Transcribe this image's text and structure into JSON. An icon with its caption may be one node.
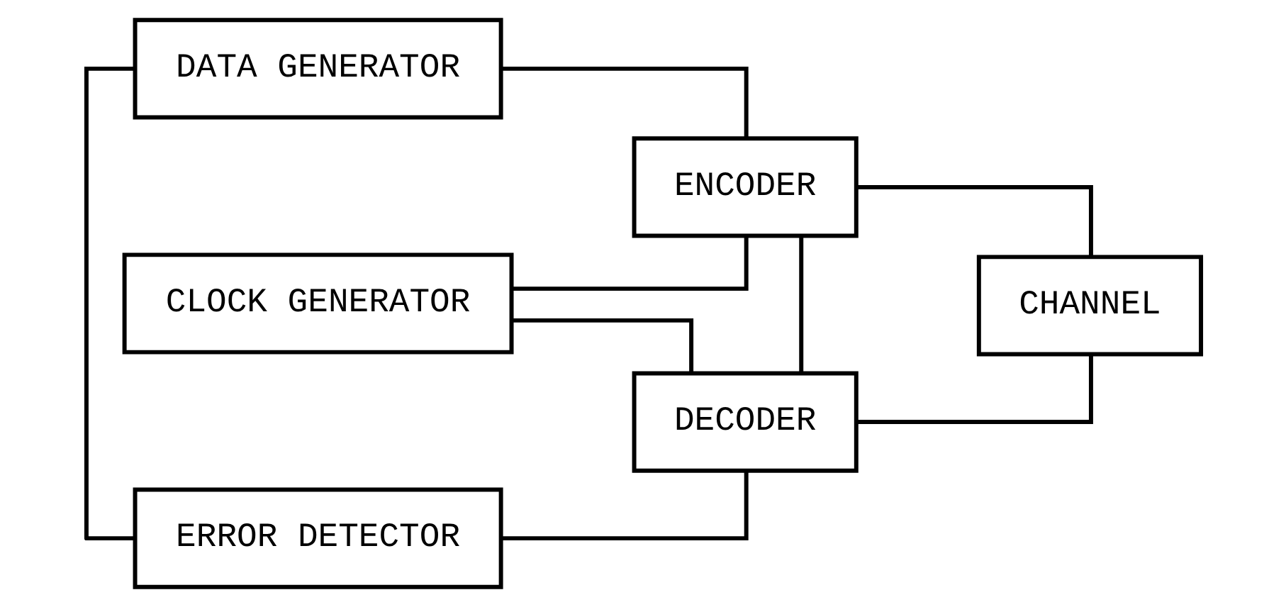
{
  "diagram": {
    "nodes": [
      {
        "text": [
          "DATA GENERATOR"
        ]
      },
      {
        "text": [
          "ENCODER"
        ]
      },
      {
        "text": [
          "CLOCK GENERATOR"
        ]
      },
      {
        "text": [
          "CHANNEL"
        ]
      },
      {
        "text": [
          "ERROR DETECTOR"
        ]
      },
      {
        "text": [
          "DECODER"
        ]
      }
    ],
    "edges": [
      {
        "from": 0,
        "to": 1,
        "arrow": "none"
      },
      {
        "from": 1,
        "to": 3,
        "arrow": "none"
      },
      {
        "from": 0,
        "to": 4,
        "arrow": "none"
      },
      {
        "from": 2,
        "to": 1,
        "arrow": "none"
      },
      {
        "from": 2,
        "to": 5,
        "arrow": "none"
      },
      {
        "from": 1,
        "to": 5,
        "arrow": "none"
      },
      {
        "from": 3,
        "to": 5,
        "arrow": "none"
      },
      {
        "from": 5,
        "to": 4,
        "arrow": "none"
      }
    ]
  }
}
